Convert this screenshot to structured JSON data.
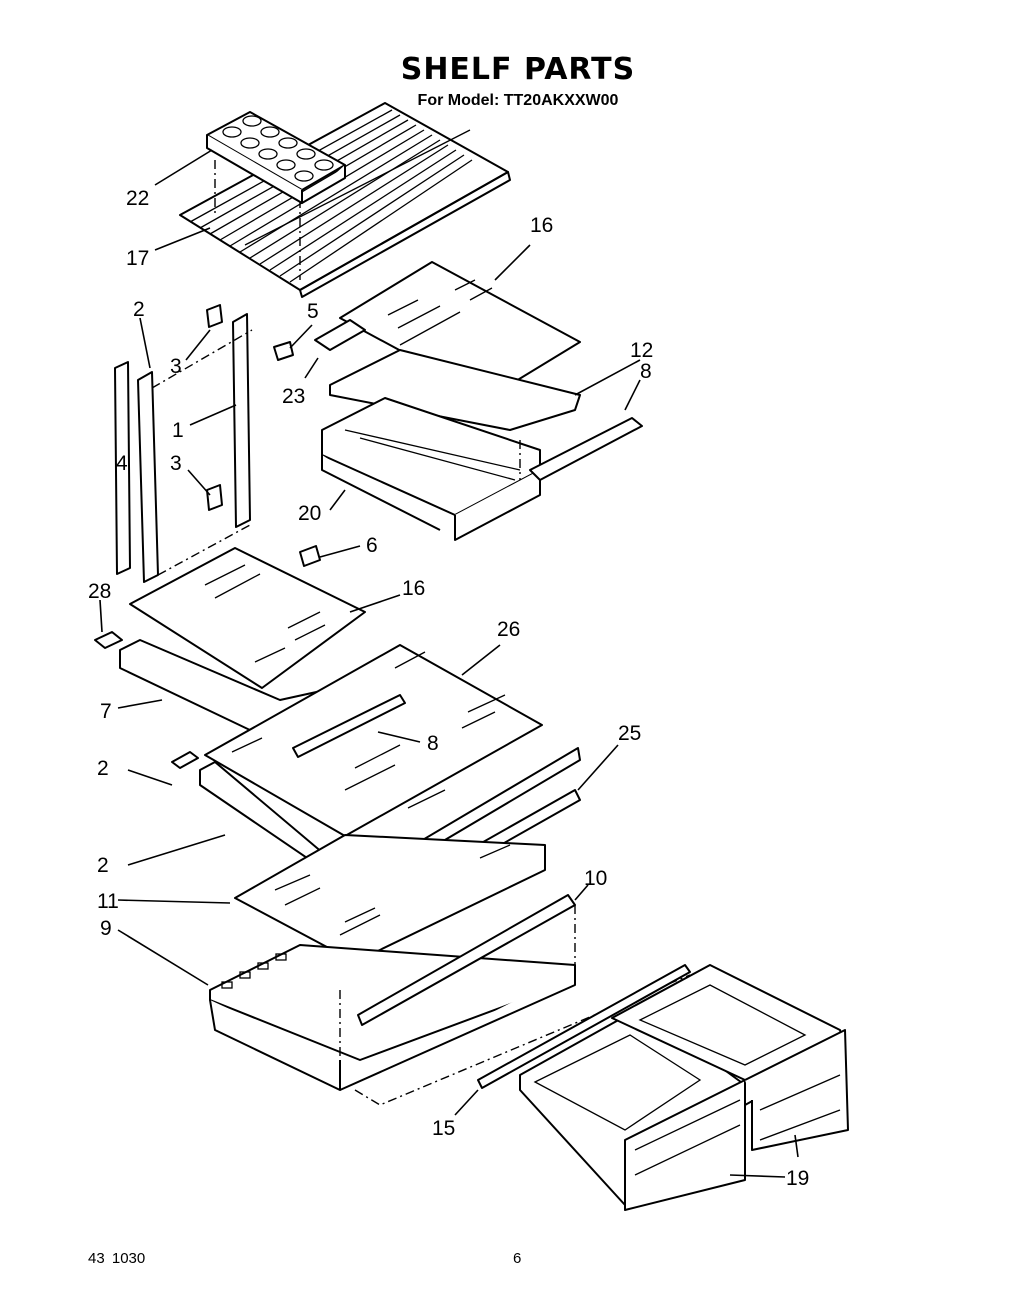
{
  "title": "SHELF PARTS",
  "subtitle": "For Model: TT20AKXXW00",
  "footer": {
    "doc_number": "43  1030",
    "page_number": "6"
  },
  "callouts": [
    {
      "id": "22",
      "label": "22"
    },
    {
      "id": "17",
      "label": "17"
    },
    {
      "id": "16a",
      "label": "16"
    },
    {
      "id": "2",
      "label": "2"
    },
    {
      "id": "5",
      "label": "5"
    },
    {
      "id": "3a",
      "label": "3"
    },
    {
      "id": "23",
      "label": "23"
    },
    {
      "id": "12",
      "label": "12"
    },
    {
      "id": "8a",
      "label": "8"
    },
    {
      "id": "1",
      "label": "1"
    },
    {
      "id": "4",
      "label": "4"
    },
    {
      "id": "3b",
      "label": "3"
    },
    {
      "id": "20",
      "label": "20"
    },
    {
      "id": "6",
      "label": "6"
    },
    {
      "id": "16b",
      "label": "16"
    },
    {
      "id": "28",
      "label": "28"
    },
    {
      "id": "26",
      "label": "26"
    },
    {
      "id": "7",
      "label": "7"
    },
    {
      "id": "8b",
      "label": "8"
    },
    {
      "id": "25",
      "label": "25"
    },
    {
      "id": "27",
      "label": "2"
    },
    {
      "id": "24",
      "label": "2"
    },
    {
      "id": "10",
      "label": "10"
    },
    {
      "id": "11",
      "label": "11"
    },
    {
      "id": "9",
      "label": "9"
    },
    {
      "id": "15",
      "label": "15"
    },
    {
      "id": "19",
      "label": "19"
    }
  ]
}
